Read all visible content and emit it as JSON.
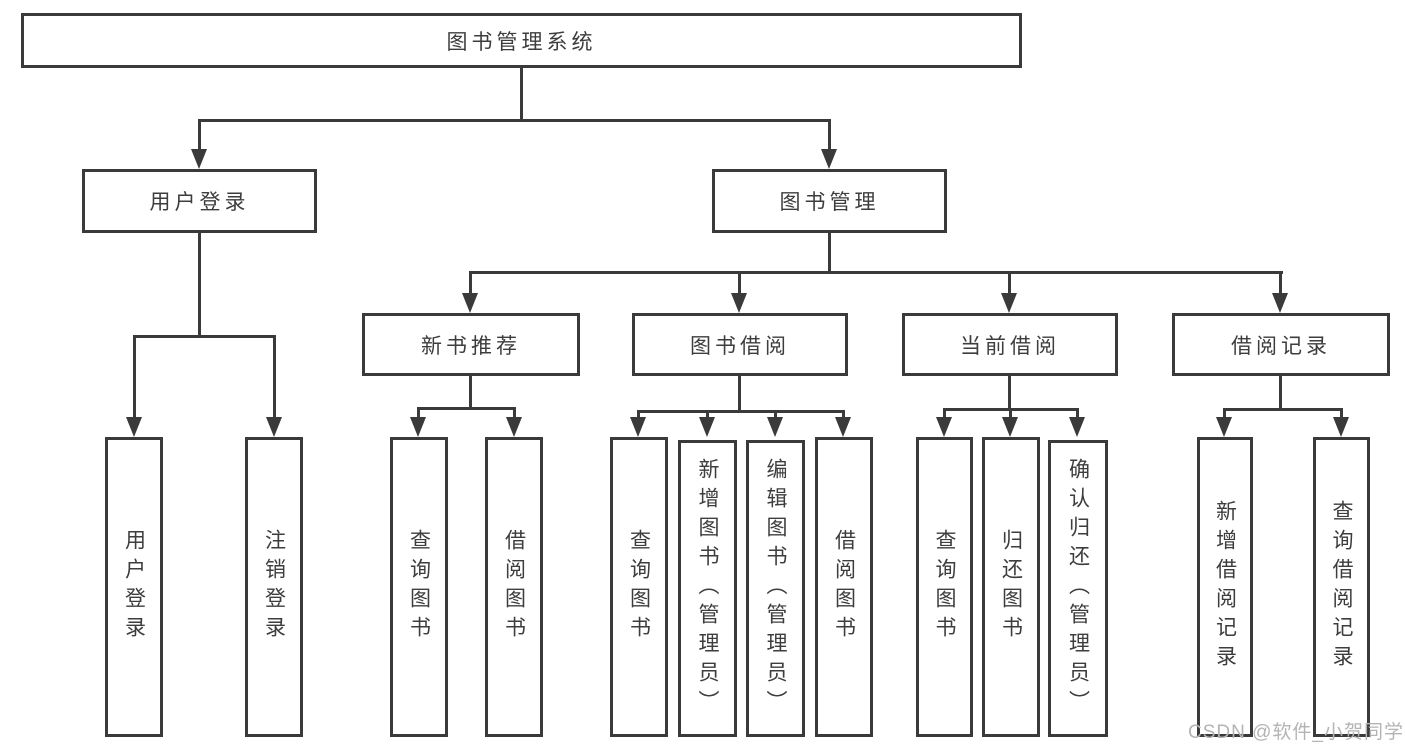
{
  "diagram": {
    "title": "图书管理系统",
    "root": {
      "label": "图书管理系统"
    },
    "level2": [
      {
        "label": "用户登录"
      },
      {
        "label": "图书管理"
      }
    ],
    "level3": [
      {
        "label": "新书推荐"
      },
      {
        "label": "图书借阅"
      },
      {
        "label": "当前借阅"
      },
      {
        "label": "借阅记录"
      }
    ],
    "level4": [
      {
        "label": "用户登录",
        "parent": "用户登录"
      },
      {
        "label": "注销登录",
        "parent": "用户登录"
      },
      {
        "label": "查询图书",
        "parent": "新书推荐"
      },
      {
        "label": "借阅图书",
        "parent": "新书推荐"
      },
      {
        "label": "查询图书",
        "parent": "图书借阅"
      },
      {
        "label": "新增图书（管理员）",
        "parent": "图书借阅"
      },
      {
        "label": "编辑图书（管理员）",
        "parent": "图书借阅"
      },
      {
        "label": "借阅图书",
        "parent": "图书借阅"
      },
      {
        "label": "查询图书",
        "parent": "当前借阅"
      },
      {
        "label": "归还图书",
        "parent": "当前借阅"
      },
      {
        "label": "确认归还（管理员）",
        "parent": "当前借阅"
      },
      {
        "label": "新增借阅记录",
        "parent": "借阅记录"
      },
      {
        "label": "查询借阅记录",
        "parent": "借阅记录"
      }
    ]
  },
  "watermark": {
    "text": "CSDN @软件_小贺同学"
  },
  "colors": {
    "line": "#3a3a3a",
    "box_border": "#3a3a3a",
    "text": "#3d3d3d",
    "watermark": "#b4b4b4",
    "background": "#ffffff"
  }
}
